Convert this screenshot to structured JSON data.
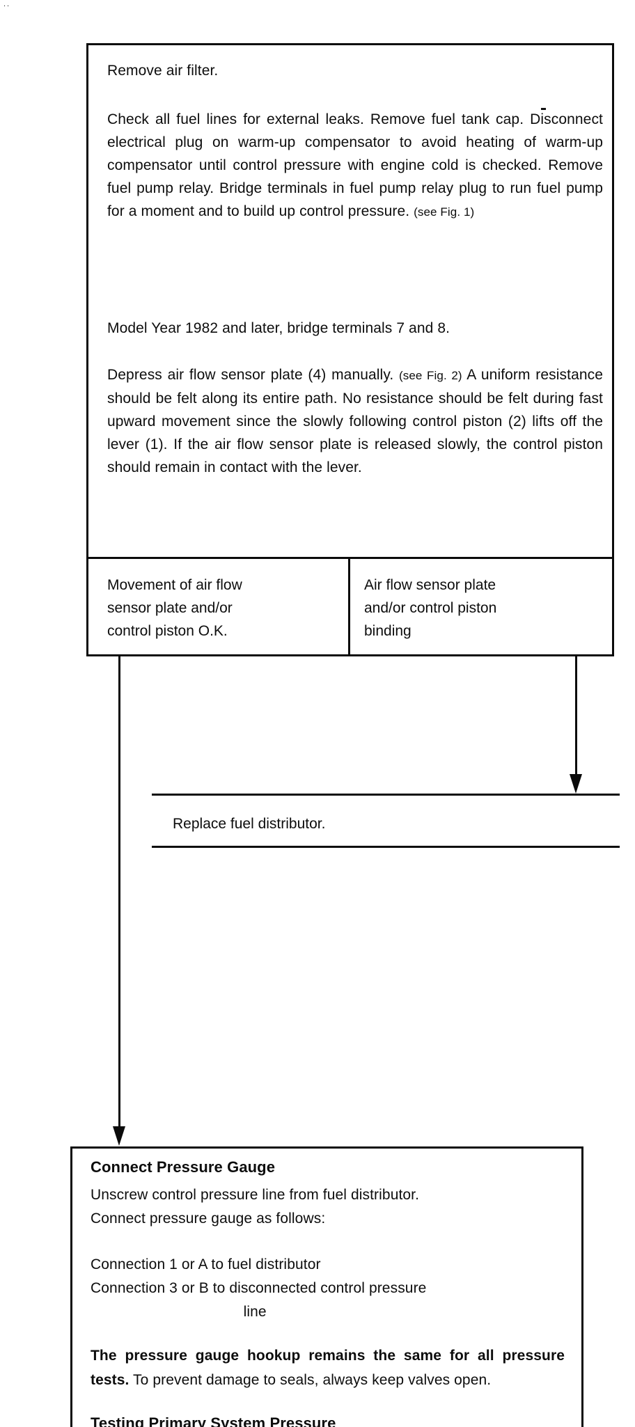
{
  "page": {
    "scan_artifact": "..",
    "ink_color": "#0b0b0b",
    "paper_color": "#ffffff"
  },
  "flowchart": {
    "top_box": {
      "p_remove": "Remove air filter.",
      "p_check_main": "Check all fuel lines for external leaks. Remove fuel tank cap. Disconnect electrical plug on warm-up compensator to avoid heating of warm-up compensator until control pressure with engine cold is checked. Remove fuel pump relay. Bridge terminals in fuel pump relay plug to run fuel pump for a moment and to build up control pressure. ",
      "p_check_fig": "(see Fig. 1)",
      "p_model_year": "Model Year 1982 and later, bridge terminals 7 and 8.",
      "p_depress_part1": "Depress air flow sensor plate (4) manually. ",
      "p_depress_fig": "(see Fig. 2)",
      "p_depress_part2": "  A uniform resistance should be felt along its entire path. No resistance should be felt during fast upward movement since the slowly following control  piston (2) lifts off the lever (1). If the air flow sensor plate is released  slowly, the control piston should remain in contact with the lever."
    },
    "outcome_row": {
      "left_cell": "Movement of air flow\nsensor plate and/or\ncontrol piston O.K.",
      "right_cell": "Air flow sensor plate\nand/or control piston\nbinding"
    },
    "replace_strip": {
      "text": "Replace fuel distributor."
    },
    "gauge_box": {
      "title": "Connect Pressure Gauge",
      "body": "Unscrew control pressure line from fuel distributor.\nConnect pressure gauge as follows:",
      "connections": "Connection 1 or A to fuel distributor\nConnection 3 or B to disconnected control pressure\n                                     line",
      "note_bold": "The pressure gauge hookup remains the same for all pressure tests.",
      "note_rest": " To prevent damage to seals, always keep valves open.",
      "clipped_heading": "Testing Primary System Pressure"
    }
  }
}
